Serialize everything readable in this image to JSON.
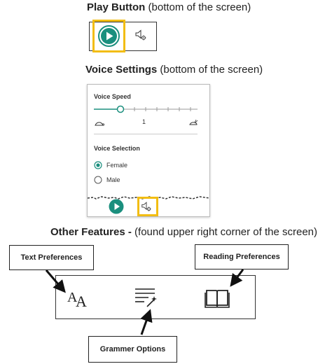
{
  "play_section": {
    "title_bold": "Play Button",
    "title_rest": " (bottom of the screen)"
  },
  "voice_section": {
    "title_bold": "Voice Settings",
    "title_rest": " (bottom of the screen)",
    "voice_speed_label": "Voice Speed",
    "speed_value": "1",
    "voice_selection_label": "Voice Selection",
    "options": [
      {
        "label": "Female",
        "selected": true
      },
      {
        "label": "Male",
        "selected": false
      }
    ]
  },
  "other_section": {
    "title_bold": "Other Features -",
    "title_rest": " (found upper right corner of the screen)",
    "text_preferences": "Text Preferences",
    "reading_preferences": "Reading Preferences",
    "grammar_options": "Grammer Options"
  },
  "colors": {
    "accent": "#1b8f7e",
    "highlight": "#f2bd12"
  }
}
